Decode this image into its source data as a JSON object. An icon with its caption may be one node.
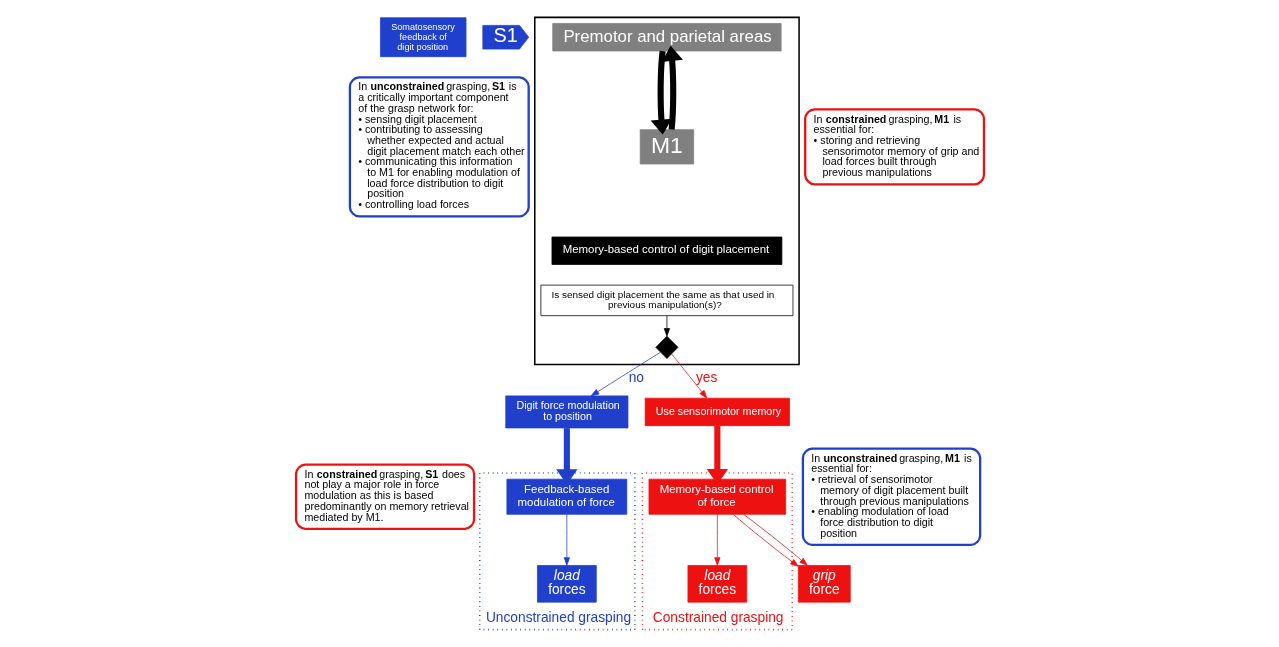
{
  "diagram": {
    "nodes": [
      {
        "text": [
          "Somatosensory feedback of digit position"
        ]
      },
      {
        "text": [
          "S1"
        ]
      },
      {
        "text": [],
        "shape": "box"
      },
      {
        "text": [
          "Premotor and parietal areas"
        ],
        "in": 2
      },
      {
        "text": [
          "M1"
        ],
        "in": 2
      },
      {
        "text": [
          "Memory-based control of digit placement"
        ],
        "in": 2
      },
      {
        "text": [
          "Is sensed digit placement the same as that used in previous manipulation(s)?"
        ],
        "in": 2
      },
      {
        "text": [],
        "shape": "diamond",
        "in": 2
      },
      {
        "text": [
          "In **unconstrained** grasping, **S1** is a critically important component of the grasp network for:",
          "• sensing digit placement",
          "• contributing to assessing whether expected and actual digit placement match each other",
          "• communicating this information to M1 for enabling modulation of load force distribution to digit position",
          "• controlling load forces"
        ]
      },
      {
        "text": [
          "In **constrained** grasping, **S1** does not play a major role in force modulation as this is based predominantly on memory retrieval mediated by M1."
        ]
      },
      {
        "text": [
          "In **constrained** grasping, **M1** is essential for:",
          "• storing and retrieving sensorimotor memory of grip and load forces built through previous manipulations"
        ]
      },
      {
        "text": [
          "In **unconstrained** grasping, **M1** is essential for:",
          "• retrieval of sensorimotor memory of digit placement built through previous manipulations",
          "• enabling modulation of load force distribution to digit position"
        ]
      },
      {
        "text": [
          "Unconstrained grasping"
        ]
      },
      {
        "text": [
          "Constrained grasping"
        ]
      },
      {
        "text": [
          "Digit force modulation to position"
        ]
      },
      {
        "text": [
          "Use sensorimotor memory"
        ]
      },
      {
        "text": [
          "Feedback-based modulation of force"
        ],
        "in": 12
      },
      {
        "text": [
          "Memory-based control of force"
        ],
        "in": 13
      },
      {
        "text": [
          "*load* forces"
        ],
        "in": 12
      },
      {
        "text": [
          "*grip* force"
        ]
      },
      {
        "text": [
          "*load* forces"
        ],
        "in": 13
      }
    ],
    "edges": [
      {
        "from": 3,
        "to": 4,
        "arrow": "to",
        "style": "thick",
        "color": "#000000"
      },
      {
        "from": 4,
        "to": 3,
        "arrow": "to",
        "style": "thick",
        "color": "#000000"
      },
      {
        "from": 6,
        "to": 7,
        "arrow": "to",
        "color": "#000000"
      },
      {
        "from": 7,
        "to": 14,
        "arrow": "to",
        "label": "no",
        "color": "#1f3fcc"
      },
      {
        "from": 7,
        "to": 15,
        "arrow": "to",
        "label": "yes",
        "color": "#ee1111"
      },
      {
        "from": 14,
        "to": 16,
        "arrow": "to",
        "style": "thick",
        "color": "#1f3fcc"
      },
      {
        "from": 15,
        "to": 17,
        "arrow": "to",
        "style": "thick",
        "color": "#ee1111"
      },
      {
        "from": 16,
        "to": 18,
        "arrow": "to",
        "color": "#1f3fcc"
      },
      {
        "from": 17,
        "to": 19,
        "arrow": "to",
        "color": "#ee1111"
      },
      {
        "from": 17,
        "to": 19,
        "arrow": "to",
        "color": "#ee1111"
      },
      {
        "from": 17,
        "to": 20,
        "arrow": "to",
        "color": "#ee1111"
      }
    ]
  }
}
